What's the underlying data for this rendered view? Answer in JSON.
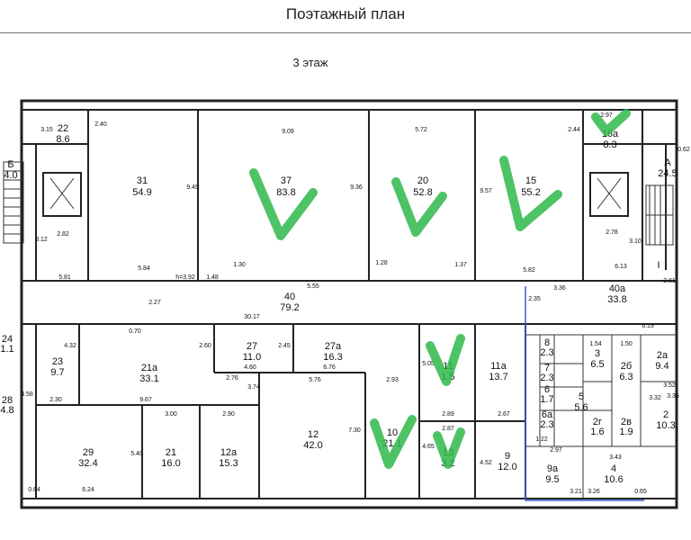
{
  "page": {
    "title": "Поэтажный план",
    "floor": "3 этаж"
  },
  "rooms": {
    "r22": {
      "num": "22",
      "area": "8.6"
    },
    "r31": {
      "num": "31",
      "area": "54.9"
    },
    "r37": {
      "num": "37",
      "area": "83.8"
    },
    "r20": {
      "num": "20",
      "area": "52.8"
    },
    "r15": {
      "num": "15",
      "area": "55.2"
    },
    "r16a": {
      "num": "16а",
      "area": "8.3"
    },
    "rA": {
      "num": "А",
      "area": "24.5"
    },
    "rB": {
      "num": "Б",
      "area": "4.0"
    },
    "r40": {
      "num": "40",
      "area": "79.2"
    },
    "r40a": {
      "num": "40а",
      "area": "33.8"
    },
    "r1": {
      "num": "I",
      "area": ""
    },
    "r23": {
      "num": "23",
      "area": "9.7"
    },
    "r21a": {
      "num": "21а",
      "area": "33.1"
    },
    "r27": {
      "num": "27",
      "area": "11.0"
    },
    "r27a": {
      "num": "27а",
      "area": "16.3"
    },
    "r11": {
      "num": "11",
      "area": "1.5"
    },
    "r11a": {
      "num": "11а",
      "area": "13.7"
    },
    "r12": {
      "num": "12",
      "area": "42.0"
    },
    "r10": {
      "num": "10",
      "area": "21.1"
    },
    "r13": {
      "num": "13",
      "area": "3.2"
    },
    "r9": {
      "num": "9",
      "area": "12.0"
    },
    "r29": {
      "num": "29",
      "area": "32.4"
    },
    "r21": {
      "num": "21",
      "area": "16.0"
    },
    "r12a": {
      "num": "12а",
      "area": "15.3"
    },
    "r28": {
      "num": "28",
      "area": "4.8"
    },
    "r24": {
      "num": "24",
      "area": "1.1"
    },
    "r2a": {
      "num": "2а",
      "area": "9.4"
    },
    "r2": {
      "num": "2",
      "area": "10.3"
    },
    "r2b": {
      "num": "2б",
      "area": "6.3"
    },
    "r3": {
      "num": "3",
      "area": "6.5"
    },
    "r5": {
      "num": "5",
      "area": "5.6"
    },
    "r9a": {
      "num": "9а",
      "area": "9.5"
    },
    "r4": {
      "num": "4",
      "area": "10.6"
    },
    "r7": {
      "num": "7",
      "area": "2.3"
    },
    "r6": {
      "num": "6",
      "area": "1.7"
    },
    "r8": {
      "num": "8",
      "area": "2.3"
    },
    "r6a": {
      "num": "6а",
      "area": "2.3"
    },
    "r2v": {
      "num": "2в",
      "area": "1.9"
    },
    "r2g": {
      "num": "2г",
      "area": "1.6"
    }
  },
  "dims": {
    "d1": "3.15",
    "d2": "2.40",
    "d3": "9.49",
    "d4": "9.09",
    "d5": "9.36",
    "d6": "5.72",
    "d7": "9.57",
    "d8": "2.97",
    "d9": "2.44",
    "d10": "5.84",
    "d11": "h=3.92",
    "d12": "1.48",
    "d13": "1.30",
    "d14": "5.55",
    "d15": "1.28",
    "d16": "1.37",
    "d17": "5.82",
    "d18": "2.27",
    "d19": "30.17",
    "d20": "2.35",
    "d21": "3.36",
    "d22": "2.82",
    "d23": "3.12",
    "d24": "5.81",
    "d25": "2.78",
    "d26": "6.13",
    "d27": "3.10",
    "d28": "2.81",
    "d29": "6.19",
    "d30": "4.32",
    "d31": "2.60",
    "d32": "2.45",
    "d33": "4.60",
    "d34": "6.76",
    "d35": "2.76",
    "d36": "9.67",
    "d37": "2.30",
    "d38": "5.76",
    "d39": "2.93",
    "d40": "7.30",
    "d41": "2.89",
    "d42": "2.87",
    "d43": "2.67",
    "d44": "4.52",
    "d45": "3.00",
    "d46": "2.90",
    "d47": "5.40",
    "d48": "6.24",
    "d49": "0.64",
    "d50": "3.43",
    "d51": "3.21",
    "d52": "3.26",
    "d53": "0.65",
    "d54": "3.52",
    "d55": "3.35",
    "d56": "1.54",
    "d57": "1.50",
    "d58": "3.32",
    "d59": "2.97",
    "d60": "4.65",
    "d61": "5.05",
    "d62": "3.74",
    "d63": "4.58",
    "d64": "0.70",
    "d65": "1.22",
    "d66": "0.62"
  }
}
